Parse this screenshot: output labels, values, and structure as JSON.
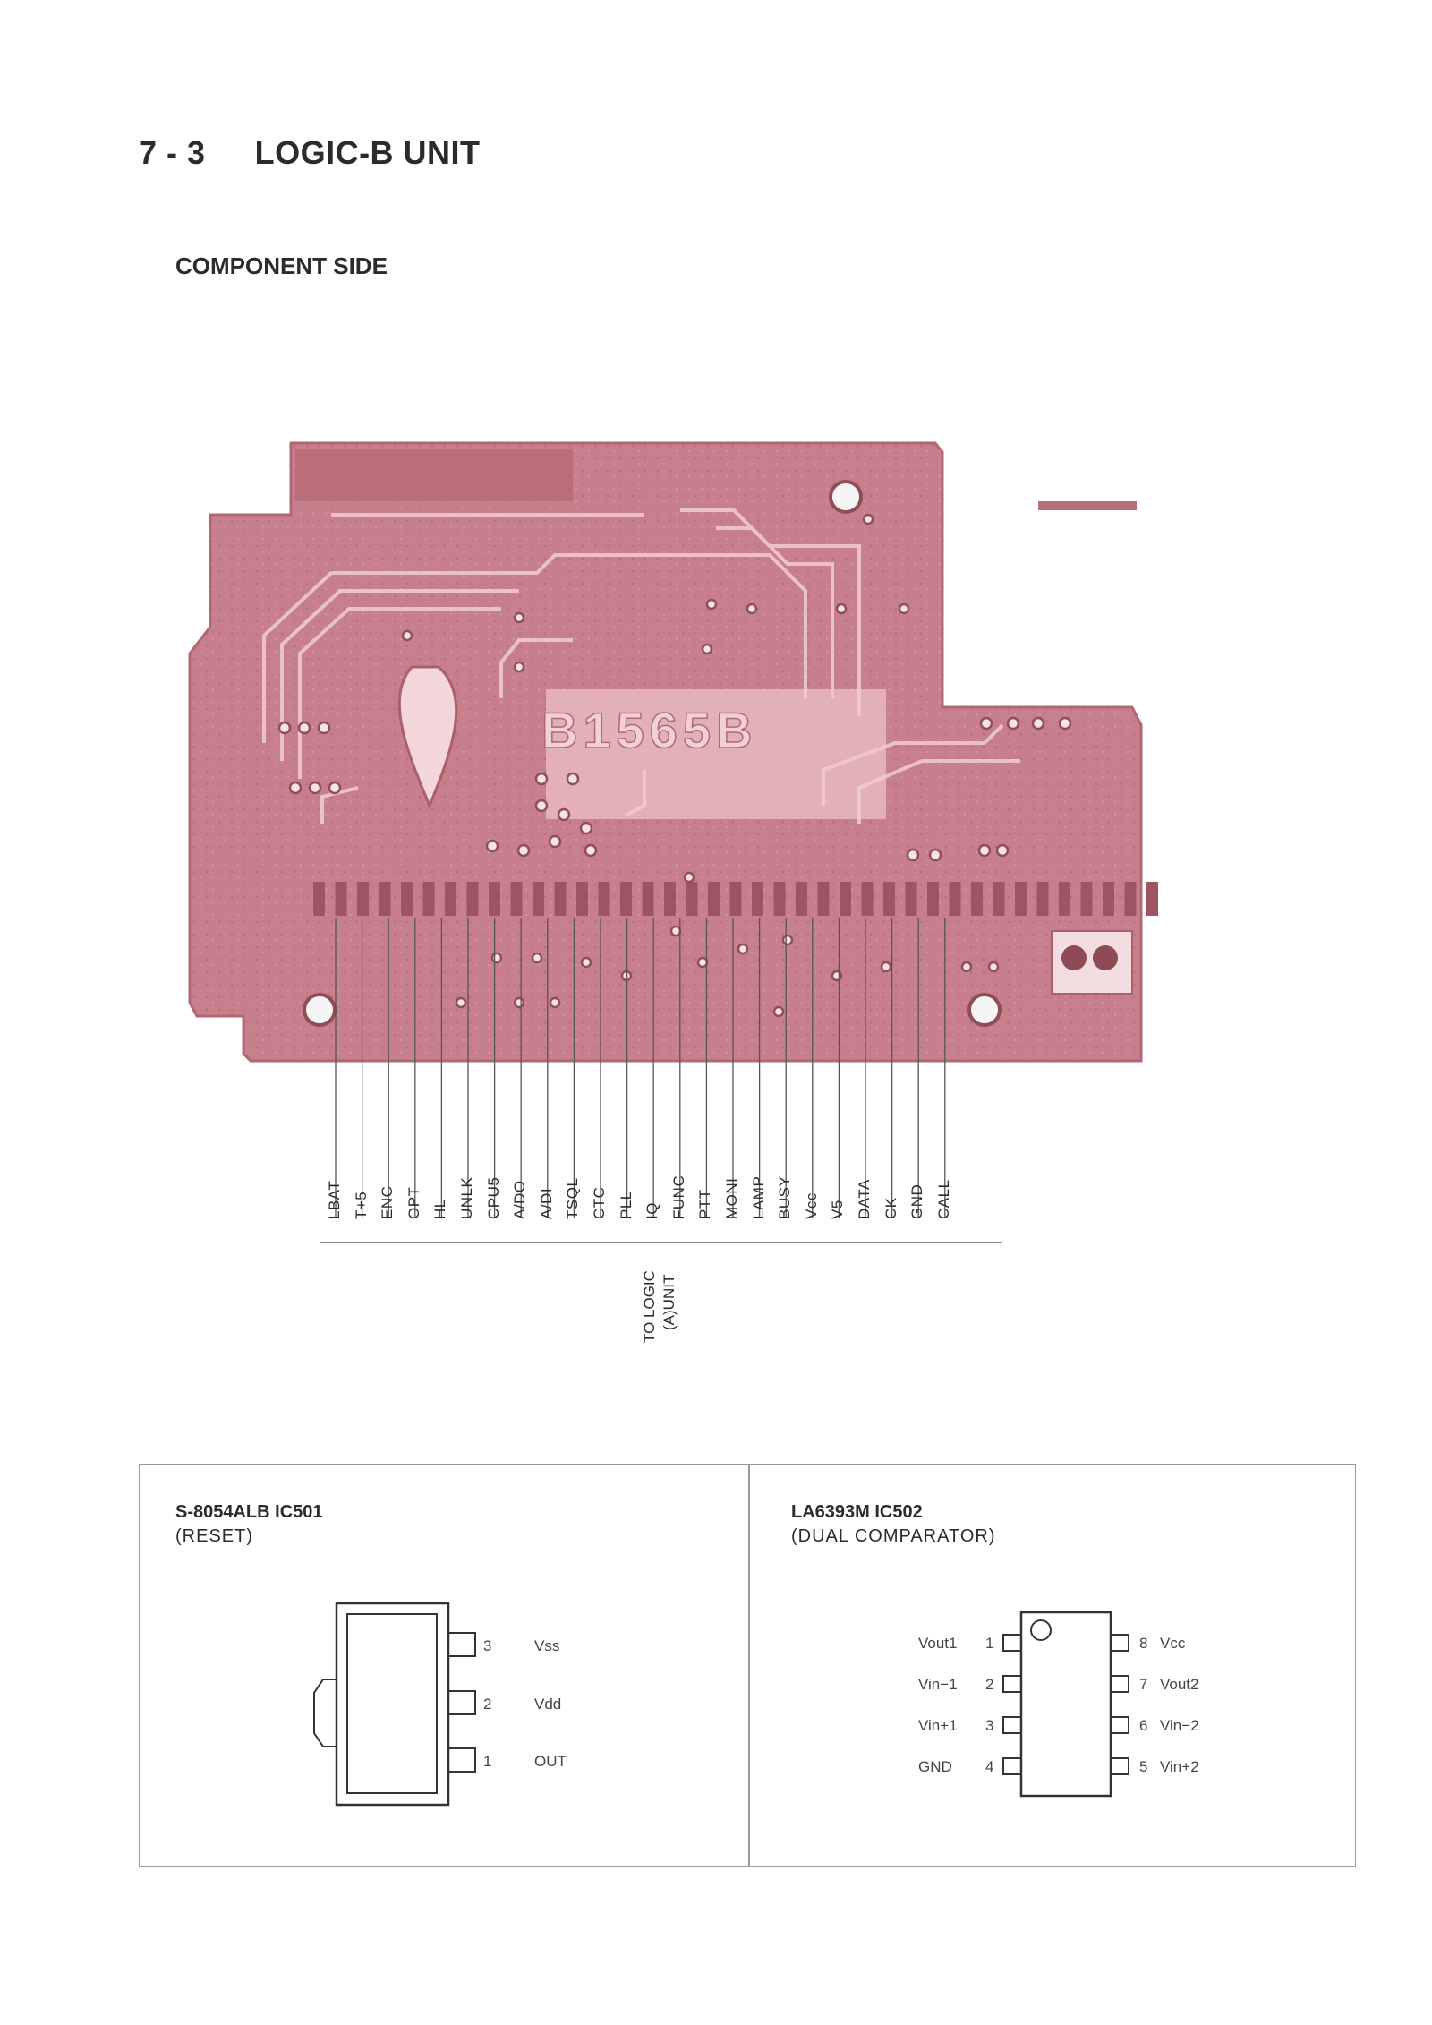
{
  "header": {
    "section_number": "7 - 3",
    "section_title": "LOGIC-B UNIT",
    "view_label": "COMPONENT SIDE"
  },
  "pcb": {
    "board_marking": "B1565B",
    "board_color": "#c77a86",
    "connector_pins": [
      "LBAT",
      "T+5",
      "ENC",
      "OPT",
      "HL",
      "UNLK",
      "CPU5",
      "A/DO",
      "A/DI",
      "TSQL",
      "CTC",
      "PLL",
      "IQ",
      "FUNC",
      "PTT",
      "MONI",
      "LAMP",
      "BUSY",
      "Vcc",
      "V5",
      "DATA",
      "CK",
      "GND",
      "CALL"
    ],
    "connector_caption_line1": "TO LOGIC",
    "connector_caption_line2": "(A)UNIT"
  },
  "ic501": {
    "title": "S-8054ALB  IC501",
    "subtitle": "(RESET)",
    "pins": [
      {
        "num": "3",
        "label": "Vss"
      },
      {
        "num": "2",
        "label": "Vdd"
      },
      {
        "num": "1",
        "label": "OUT"
      }
    ]
  },
  "ic502": {
    "title": "LA6393M  IC502",
    "subtitle": "(DUAL COMPARATOR)",
    "left_pins": [
      {
        "num": "1",
        "label": "Vout1"
      },
      {
        "num": "2",
        "label": "Vin−1"
      },
      {
        "num": "3",
        "label": "Vin+1"
      },
      {
        "num": "4",
        "label": "GND"
      }
    ],
    "right_pins": [
      {
        "num": "8",
        "label": "Vcc"
      },
      {
        "num": "7",
        "label": "Vout2"
      },
      {
        "num": "6",
        "label": "Vin−2"
      },
      {
        "num": "5",
        "label": "Vin+2"
      }
    ]
  }
}
